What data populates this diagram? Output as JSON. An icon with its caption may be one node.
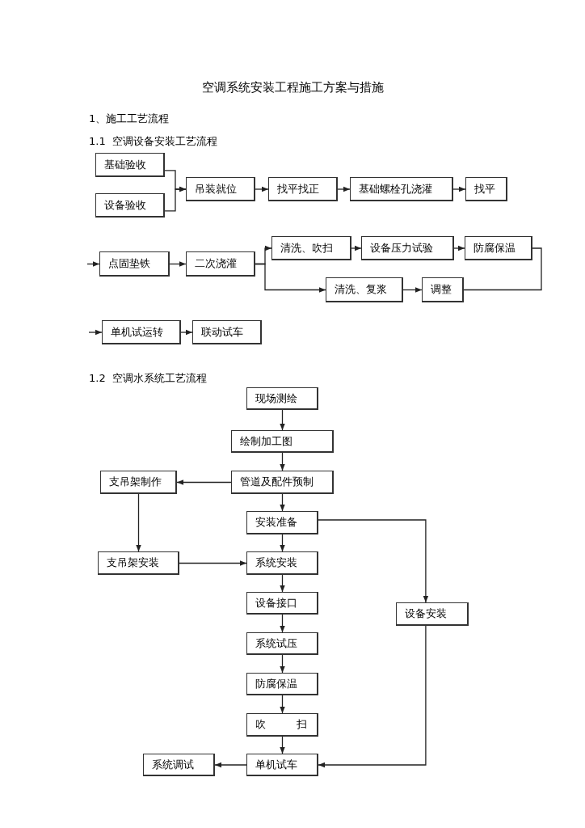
{
  "diagram": {
    "title": "空调系统安装工程施工方案与措施",
    "nodes": [
      {
        "text": [
          "基础验收"
        ]
      },
      {
        "text": [
          "设备验收"
        ]
      },
      {
        "text": [
          "吊装就位"
        ]
      },
      {
        "text": [
          "找平找正"
        ]
      },
      {
        "text": [
          "基础螺栓孔浇灌"
        ]
      },
      {
        "text": [
          "找平"
        ]
      },
      {
        "text": [
          "点固垫铁"
        ]
      },
      {
        "text": [
          "二次浇灌"
        ]
      },
      {
        "text": [
          "清洗、吹扫"
        ]
      },
      {
        "text": [
          "设备压力试验"
        ]
      },
      {
        "text": [
          "防腐保温"
        ]
      },
      {
        "text": [
          "清洗、复浆"
        ]
      },
      {
        "text": [
          "调整"
        ]
      },
      {
        "text": [
          "单机试运转"
        ]
      },
      {
        "text": [
          "联动试车"
        ]
      },
      {
        "text": [
          "现场测绘"
        ]
      },
      {
        "text": [
          "绘制加工图"
        ]
      },
      {
        "text": [
          "管道及配件预制"
        ]
      },
      {
        "text": [
          "支吊架制作"
        ]
      },
      {
        "text": [
          "安装准备"
        ]
      },
      {
        "text": [
          "支吊架安装"
        ]
      },
      {
        "text": [
          "系统安装"
        ]
      },
      {
        "text": [
          "设备接口"
        ]
      },
      {
        "text": [
          "系统试压"
        ]
      },
      {
        "text": [
          "防腐保温"
        ]
      },
      {
        "text": [
          "吹 扫"
        ]
      },
      {
        "text": [
          "设备安装"
        ]
      },
      {
        "text": [
          "系统调试"
        ]
      },
      {
        "text": [
          "单机试车"
        ]
      }
    ],
    "edges": [
      {
        "from": 0,
        "to": 2,
        "arrow": "to"
      },
      {
        "from": 1,
        "to": 2,
        "arrow": "to"
      },
      {
        "from": 2,
        "to": 3,
        "arrow": "to"
      },
      {
        "from": 3,
        "to": 4,
        "arrow": "to"
      },
      {
        "from": 4,
        "to": 5,
        "arrow": "to"
      },
      {
        "from": null,
        "to": 6,
        "arrow": "to"
      },
      {
        "from": 6,
        "to": 7,
        "arrow": "to"
      },
      {
        "from": 7,
        "to": 8,
        "arrow": "to"
      },
      {
        "from": 7,
        "to": 11,
        "arrow": "to"
      },
      {
        "from": 8,
        "to": 9,
        "arrow": "to"
      },
      {
        "from": 9,
        "to": 10,
        "arrow": "to"
      },
      {
        "from": 10,
        "to": 12,
        "arrow": "none"
      },
      {
        "from": 11,
        "to": 12,
        "arrow": "to"
      },
      {
        "from": null,
        "to": 13,
        "arrow": "to"
      },
      {
        "from": 13,
        "to": 14,
        "arrow": "to"
      },
      {
        "from": 15,
        "to": 16,
        "arrow": "to"
      },
      {
        "from": 16,
        "to": 17,
        "arrow": "to"
      },
      {
        "from": 17,
        "to": 18,
        "arrow": "to"
      },
      {
        "from": 17,
        "to": 19,
        "arrow": "to"
      },
      {
        "from": 18,
        "to": 20,
        "arrow": "to"
      },
      {
        "from": 20,
        "to": 21,
        "arrow": "to"
      },
      {
        "from": 19,
        "to": 21,
        "arrow": "to"
      },
      {
        "from": 19,
        "to": 26,
        "arrow": "to"
      },
      {
        "from": 21,
        "to": 22,
        "arrow": "to"
      },
      {
        "from": 22,
        "to": 23,
        "arrow": "to"
      },
      {
        "from": 23,
        "to": 24,
        "arrow": "to"
      },
      {
        "from": 24,
        "to": 25,
        "arrow": "to"
      },
      {
        "from": 25,
        "to": 28,
        "arrow": "to"
      },
      {
        "from": 28,
        "to": 27,
        "arrow": "to"
      },
      {
        "from": 26,
        "to": 28,
        "arrow": "to"
      }
    ],
    "labels": [
      "1、施工工艺流程",
      "1.1  空调设备安装工艺流程",
      "1.2  空调水系统工艺流程"
    ]
  }
}
